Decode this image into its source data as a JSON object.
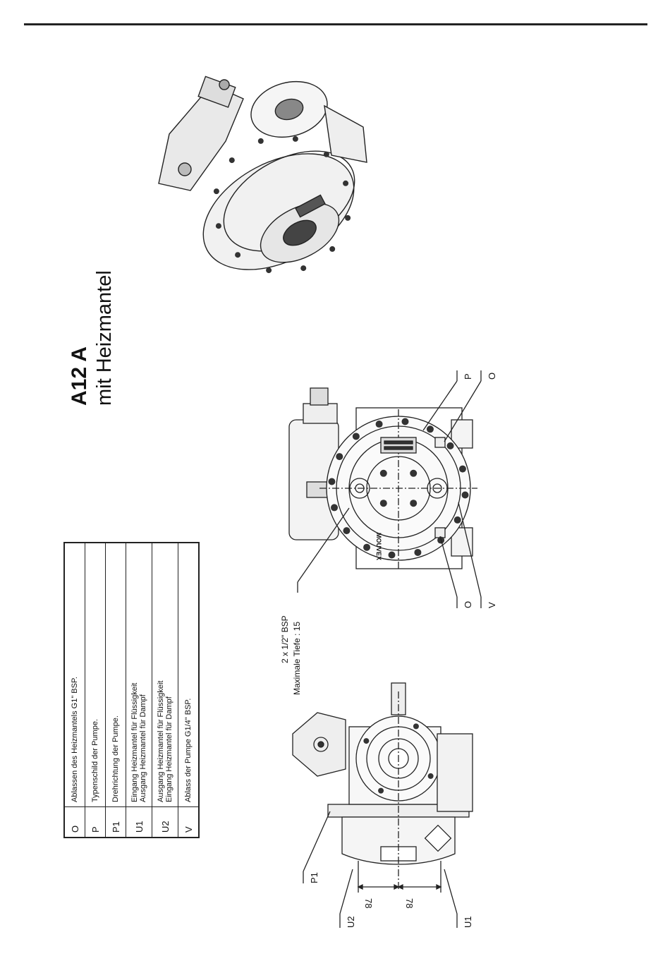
{
  "title": {
    "main": "A12 A",
    "sub": "mit Heizmantel"
  },
  "legend": [
    {
      "code": "O",
      "lines": [
        "Ablassen des Heizmantels G1\" BSP."
      ]
    },
    {
      "code": "P",
      "lines": [
        "Typenschild der Pumpe."
      ]
    },
    {
      "code": "P1",
      "lines": [
        "Drehrichtung der Pumpe."
      ]
    },
    {
      "code": "U1",
      "lines": [
        "Eingang Heizmantel für Flüssigkeit",
        "Ausgang Heizmantel für Dampf"
      ]
    },
    {
      "code": "U2",
      "lines": [
        "Ausgang Heizmantel für Flüssigkeit",
        "Eingang Heizmantel für Dampf"
      ]
    },
    {
      "code": "V",
      "lines": [
        "Ablass der Pumpe G1/4\" BSP."
      ]
    }
  ],
  "annotations": {
    "bsp_line1": "2 x 1/2\" BSP",
    "bsp_line2": "Maximale Tiefe : 15",
    "dim_left": "78",
    "dim_right": "78"
  },
  "callouts": {
    "p": "P",
    "o_top": "O",
    "o_bottom": "O",
    "v": "V",
    "p1": "P1",
    "u1": "U1",
    "u2": "U2"
  },
  "brand": "MOUVEX"
}
